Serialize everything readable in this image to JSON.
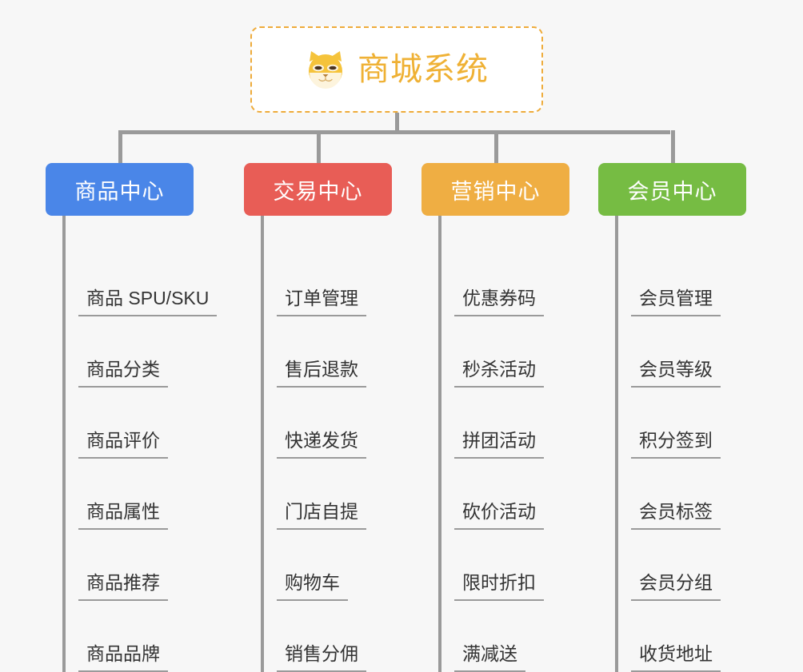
{
  "page": {
    "background_color": "#f7f7f7",
    "line_color": "#9a9a9a"
  },
  "root": {
    "title": "商城系统",
    "icon": "shiba-dog-face-icon",
    "text_color": "#efb135",
    "border_color": "#eeab3a",
    "background_color": "#ffffff"
  },
  "categories": [
    {
      "label": "商品中心",
      "color": "#4a86e8",
      "items": [
        {
          "label": "商品 SPU/SKU"
        },
        {
          "label": "商品分类"
        },
        {
          "label": "商品评价"
        },
        {
          "label": "商品属性"
        },
        {
          "label": "商品推荐"
        },
        {
          "label": "商品品牌"
        }
      ]
    },
    {
      "label": "交易中心",
      "color": "#e85d56",
      "items": [
        {
          "label": "订单管理"
        },
        {
          "label": "售后退款"
        },
        {
          "label": "快递发货"
        },
        {
          "label": "门店自提"
        },
        {
          "label": "购物车"
        },
        {
          "label": "销售分佣"
        }
      ]
    },
    {
      "label": "营销中心",
      "color": "#efae43",
      "items": [
        {
          "label": "优惠券码"
        },
        {
          "label": "秒杀活动"
        },
        {
          "label": "拼团活动"
        },
        {
          "label": "砍价活动"
        },
        {
          "label": "限时折扣"
        },
        {
          "label": "满减送"
        }
      ]
    },
    {
      "label": "会员中心",
      "color": "#76bc43",
      "items": [
        {
          "label": "会员管理"
        },
        {
          "label": "会员等级"
        },
        {
          "label": "积分签到"
        },
        {
          "label": "会员标签"
        },
        {
          "label": "会员分组"
        },
        {
          "label": "收货地址"
        }
      ]
    }
  ]
}
